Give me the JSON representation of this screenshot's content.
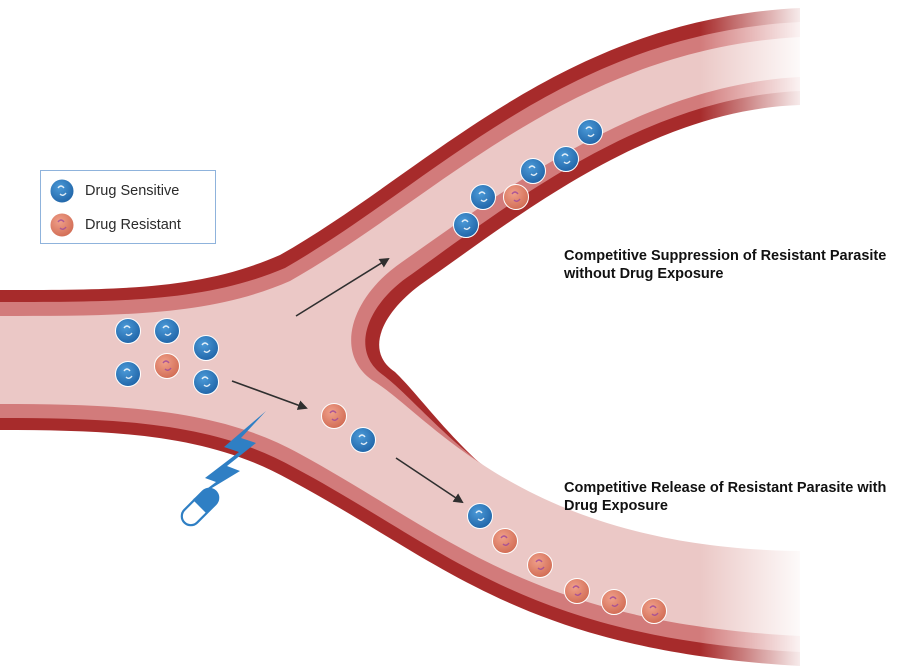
{
  "legend": {
    "items": [
      {
        "label": "Drug Sensitive",
        "type": "sensitive"
      },
      {
        "label": "Drug Resistant",
        "type": "resistant"
      }
    ]
  },
  "captions": {
    "upper_branch_line1": "Competitive Suppression of Resistant Parasite",
    "upper_branch_line2": "without Drug Exposure",
    "lower_branch_line1": "Competitive Release of Resistant Parasite with",
    "lower_branch_line2": "Drug Exposure"
  },
  "colors": {
    "vessel_outer": "#a72b2b",
    "vessel_middle": "#d27b7b",
    "vessel_lumen": "#ebc8c6",
    "drug_sensitive": "#2f7fc4",
    "drug_resistant": "#e2866b",
    "drug_capsule": "#2f7fc4",
    "arrow": "#2f2f2f"
  },
  "icons": [
    "drug-sensitive-parasite-icon",
    "drug-resistant-parasite-icon",
    "lightning-bolt-icon",
    "drug-capsule-icon"
  ]
}
